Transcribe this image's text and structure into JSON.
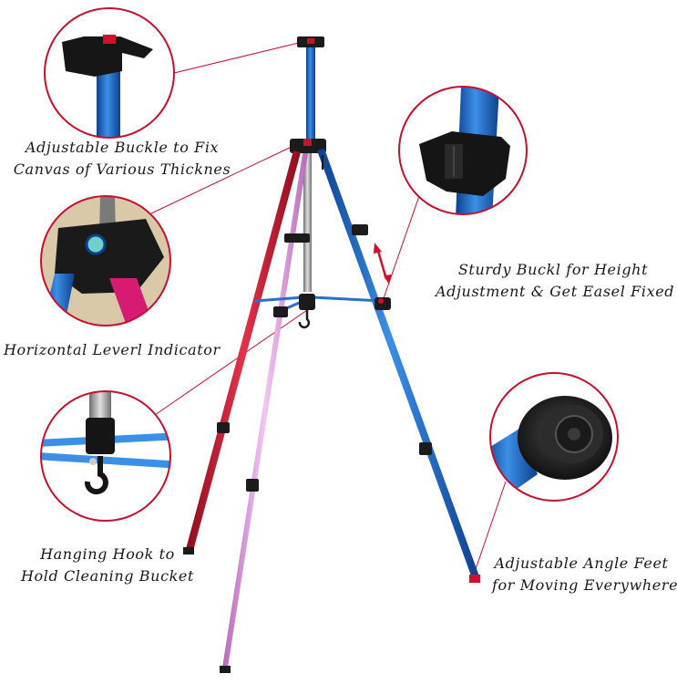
{
  "colors": {
    "circle_border": "#c8102e",
    "leader_line": "#c8102e",
    "leg_red": "#c41230",
    "leg_pink": "#d88ad8",
    "leg_blue": "#1f5bbf",
    "mast_blue": "#2a7fd4",
    "black_parts": "#1b1b1b",
    "silver": "#a9a9a9"
  },
  "callouts": {
    "buckle_fix": {
      "line1": "Adjustable Buckle to Fix",
      "line2": "Canvas of Various Thicknes"
    },
    "height_buckle": {
      "line1": "Sturdy Buckl for Height",
      "line2": "Adjustment & Get Easel Fixed"
    },
    "level_indicator": {
      "line1": "Horizontal Leverl Indicator"
    },
    "hanging_hook": {
      "line1": "Hanging Hook to",
      "line2": "Hold Cleaning Bucket"
    },
    "angle_feet": {
      "line1": "Adjustable Angle Feet",
      "line2": "for Moving Everywhere"
    }
  },
  "icons": {
    "buckle_detail": "easel-top-buckle",
    "clamp_detail": "height-clamp",
    "level_detail": "bubble-level",
    "hook_detail": "hanging-hook",
    "foot_detail": "rubber-foot"
  }
}
